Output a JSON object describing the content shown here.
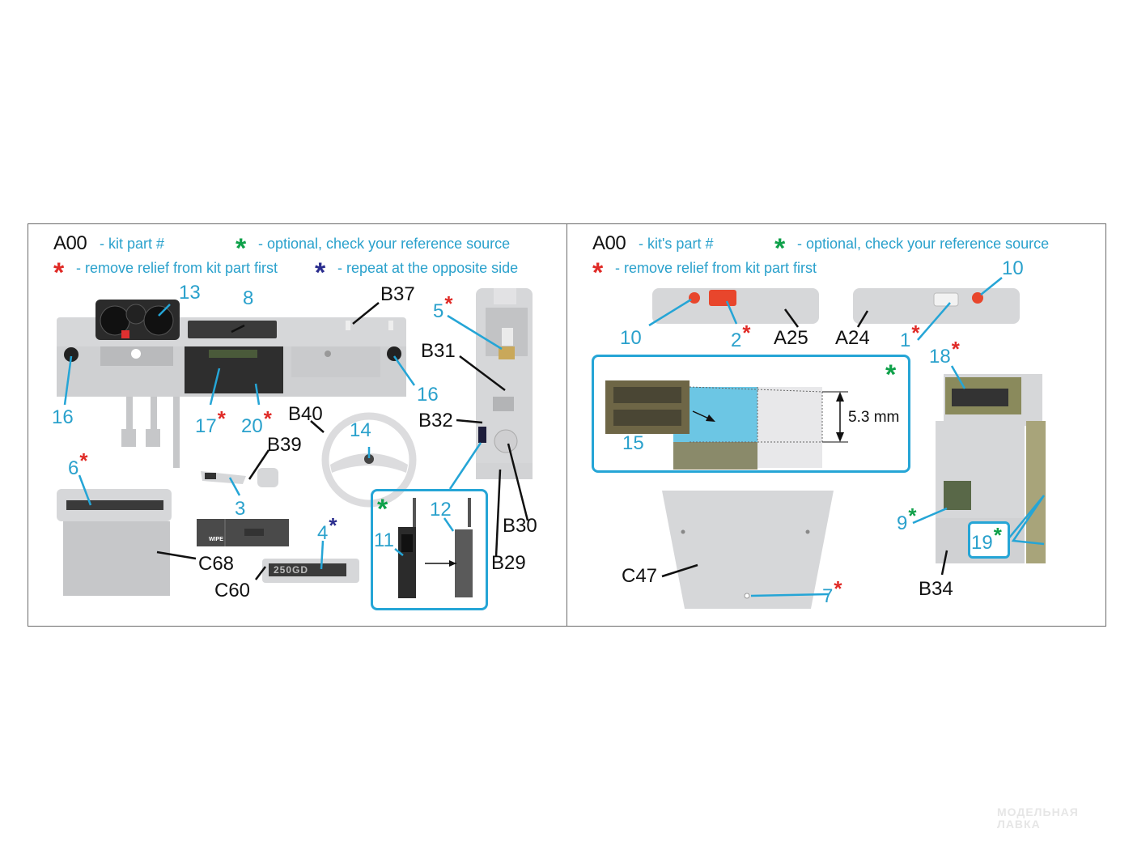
{
  "left_panel": {
    "legend": {
      "kit_code": "A00",
      "kit_text": "- kit part #",
      "optional_text": "- optional, check your reference source",
      "remove_text": "- remove relief from kit part first",
      "repeat_text": "- repeat at the opposite side"
    },
    "parts": {
      "n13": "13",
      "n8": "8",
      "n16a": "16",
      "n16b": "16",
      "n17": "17",
      "n20": "20",
      "n5": "5",
      "n14": "14",
      "n6": "6",
      "n3": "3",
      "n4": "4",
      "n11": "11",
      "n12": "12"
    },
    "kit_labels": {
      "B37": "B37",
      "B31": "B31",
      "B32": "B32",
      "B40": "B40",
      "B39": "B39",
      "B30": "B30",
      "B29": "B29",
      "C68": "C68",
      "C60": "C60"
    },
    "decal_plate": {
      "wipe_text": "WIPE"
    },
    "badge_text": "250GD"
  },
  "right_panel": {
    "legend": {
      "kit_code": "A00",
      "kit_text": "- kit's part #",
      "optional_text": "- optional, check your reference source",
      "remove_text": "- remove relief from kit part first"
    },
    "parts": {
      "n10a": "10",
      "n10b": "10",
      "n2": "2",
      "n1": "1",
      "n18": "18",
      "n15": "15",
      "n9": "9",
      "n19": "19",
      "n7": "7"
    },
    "kit_labels": {
      "A25": "A25",
      "A24": "A24",
      "C47": "C47",
      "B34": "B34"
    },
    "dimension": "5.3 mm"
  },
  "colors": {
    "part_number": "#2aa1cc",
    "remove_star": "#e02b27",
    "optional_star": "#0fa14a",
    "repeat_star": "#2b2d8e",
    "callout_frame": "#25a5d6"
  },
  "watermark": {
    "line1": "МОДЕЛЬНАЯ",
    "line2": "ЛАВКА"
  }
}
